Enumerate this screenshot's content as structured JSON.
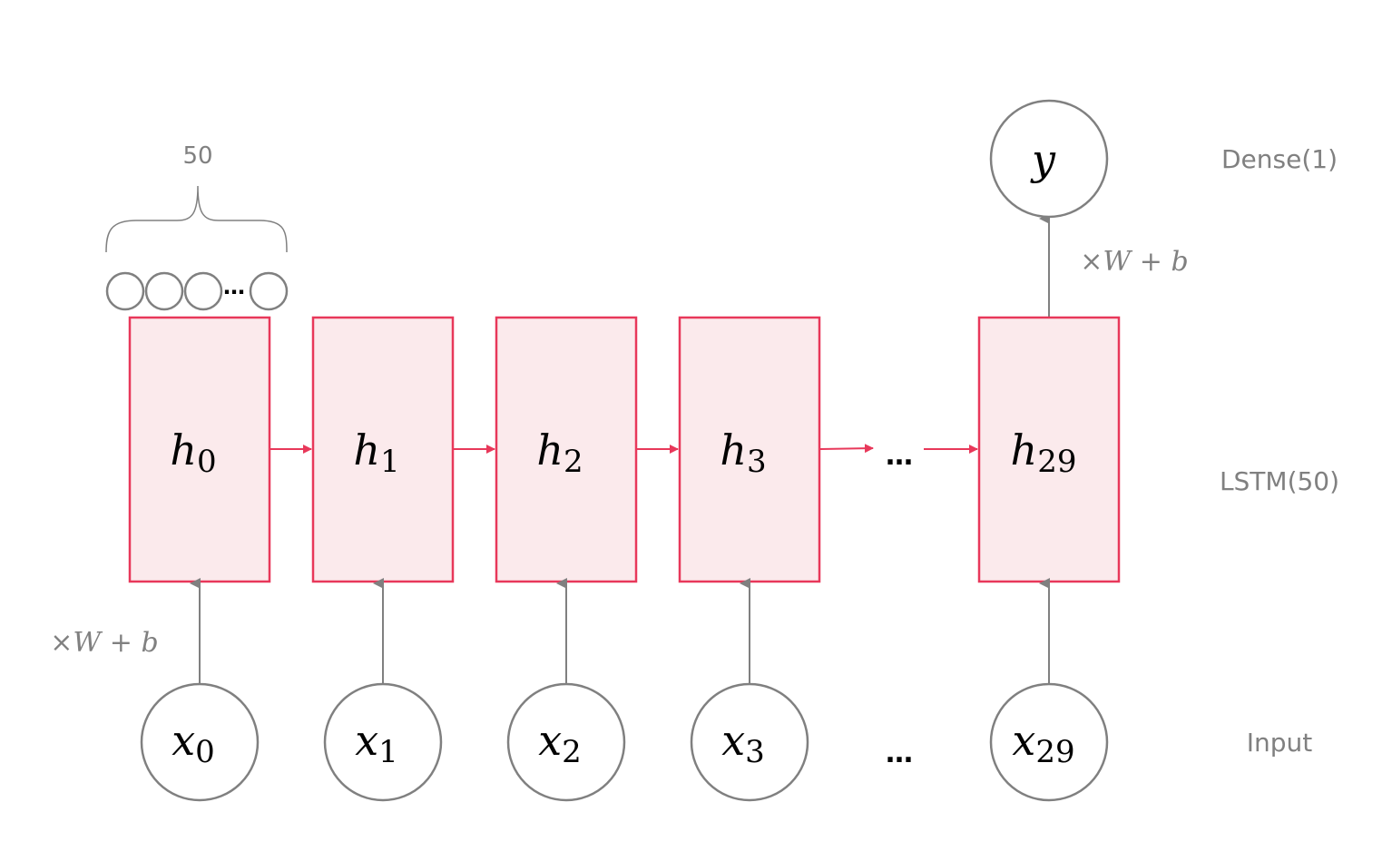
{
  "colors": {
    "cell_stroke": "#e8385a",
    "cell_fill": "#fbeaec",
    "arrow_red": "#e8385a",
    "arrow_gray": "#808080",
    "node_stroke": "#808080",
    "label_gray": "#808080"
  },
  "layers": {
    "dense": "Dense(1)",
    "lstm": "LSTM(50)",
    "input": "Input"
  },
  "units_label": "50",
  "units_ellipsis": "…",
  "weight_label": "×W + b",
  "output": {
    "var": "y"
  },
  "cells": [
    {
      "var": "h",
      "sub": "0"
    },
    {
      "var": "h",
      "sub": "1"
    },
    {
      "var": "h",
      "sub": "2"
    },
    {
      "var": "h",
      "sub": "3"
    },
    {
      "var": "h",
      "sub": "29"
    }
  ],
  "inputs": [
    {
      "var": "x",
      "sub": "0"
    },
    {
      "var": "x",
      "sub": "1"
    },
    {
      "var": "x",
      "sub": "2"
    },
    {
      "var": "x",
      "sub": "3"
    },
    {
      "var": "x",
      "sub": "29"
    }
  ],
  "ellipsis": "…"
}
